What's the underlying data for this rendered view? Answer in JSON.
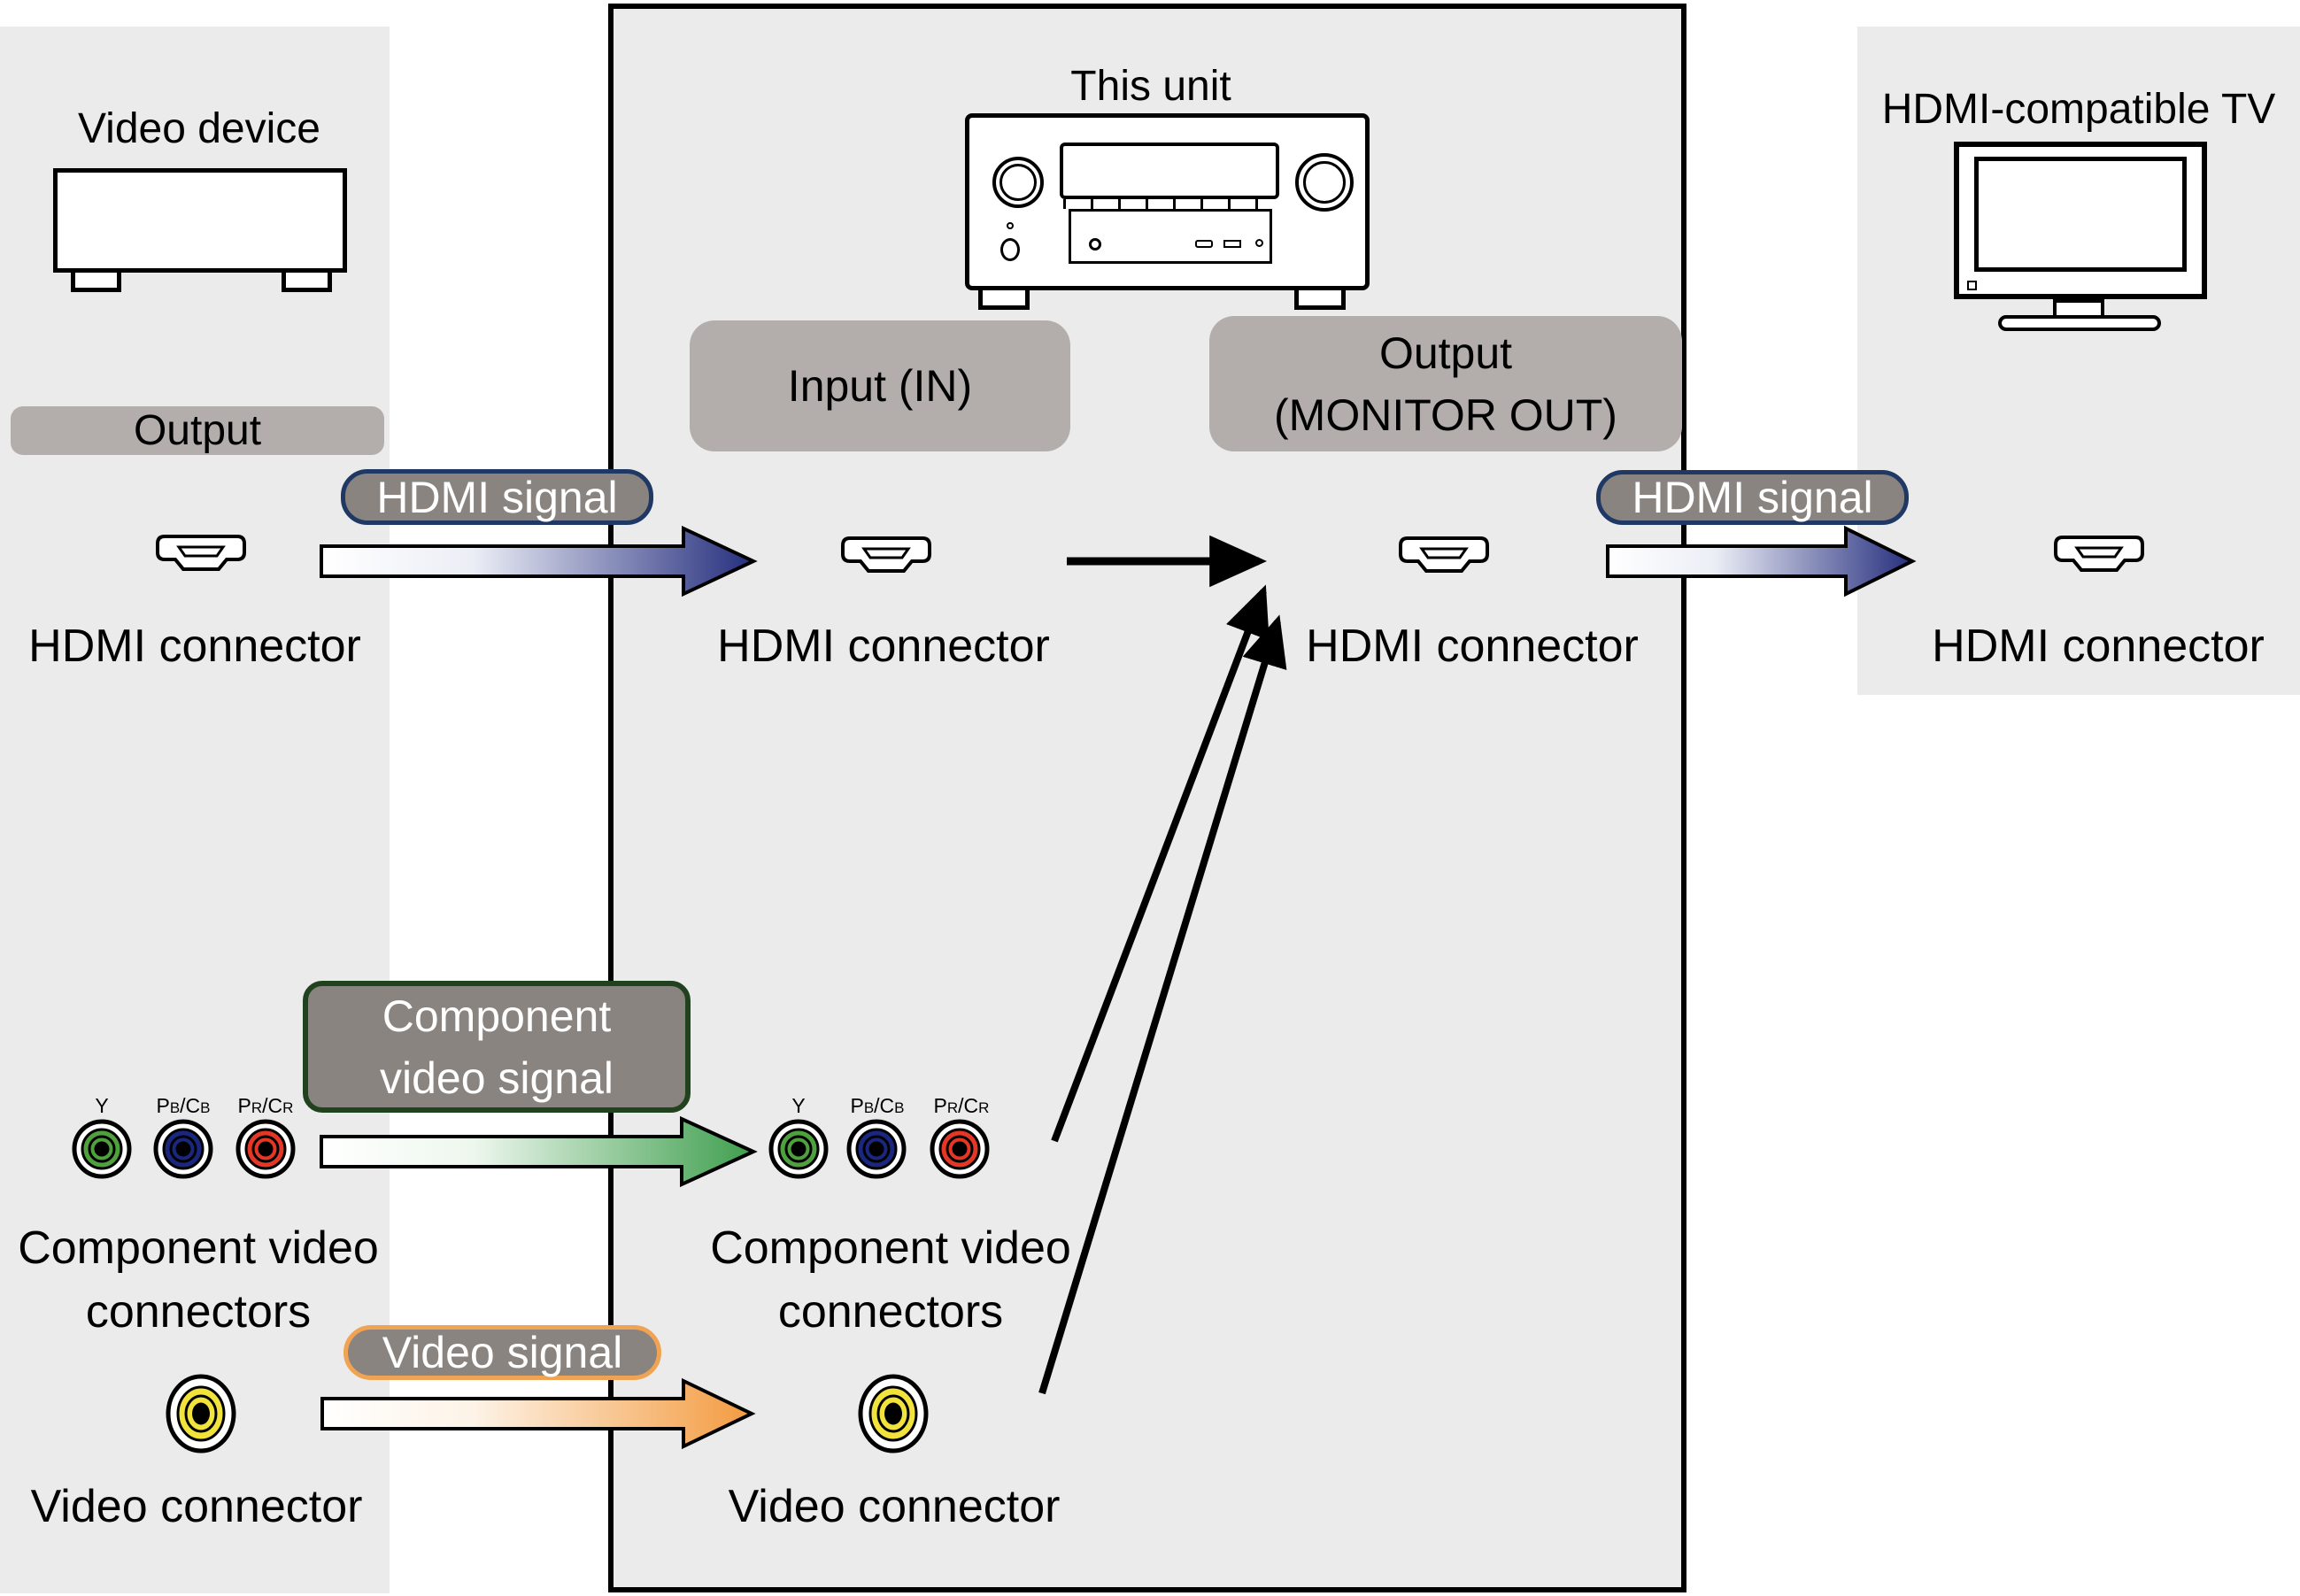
{
  "titles": {
    "video_device": "Video device",
    "this_unit": "This unit",
    "tv": "HDMI-compatible TV"
  },
  "badges": {
    "output": "Output",
    "input": "Input (IN)",
    "monitor_out_line1": "Output",
    "monitor_out_line2": "(MONITOR OUT)"
  },
  "signal_labels": {
    "hdmi_left": "HDMI signal",
    "hdmi_right": "HDMI signal",
    "component_line1": "Component",
    "component_line2": "video signal",
    "video": "Video signal"
  },
  "connector_labels": {
    "hdmi_device": "HDMI connector",
    "hdmi_input": "HDMI connector",
    "hdmi_output": "HDMI connector",
    "hdmi_tv": "HDMI connector",
    "component_device_line1": "Component video",
    "component_device_line2": "connectors",
    "component_unit_line1": "Component video",
    "component_unit_line2": "connectors",
    "video_device": "Video connector",
    "video_unit": "Video connector"
  },
  "jack_labels": {
    "y": "Y",
    "pb": {
      "s0": "P",
      "s1": "B",
      "s2": "/C",
      "s3": "B"
    },
    "pr": {
      "s0": "P",
      "s1": "R",
      "s2": "/C",
      "s3": "R"
    }
  },
  "colors": {
    "panel_bg": "#ebebeb",
    "badge_gray": "#b3aeab",
    "signal_badge_bg": "#8a8480",
    "hdmi_badge_border": "#1f3864",
    "hdmi_arrow_end": "#262f7e",
    "component_badge_border": "#21421f",
    "component_arrow_end": "#3f9f4e",
    "video_badge_border": "#f0a352",
    "video_arrow_end": "#f39b40",
    "jack_green": "#4ea13c",
    "jack_blue": "#19277f",
    "jack_red": "#e53726",
    "jack_yellow": "#f2e33c"
  }
}
